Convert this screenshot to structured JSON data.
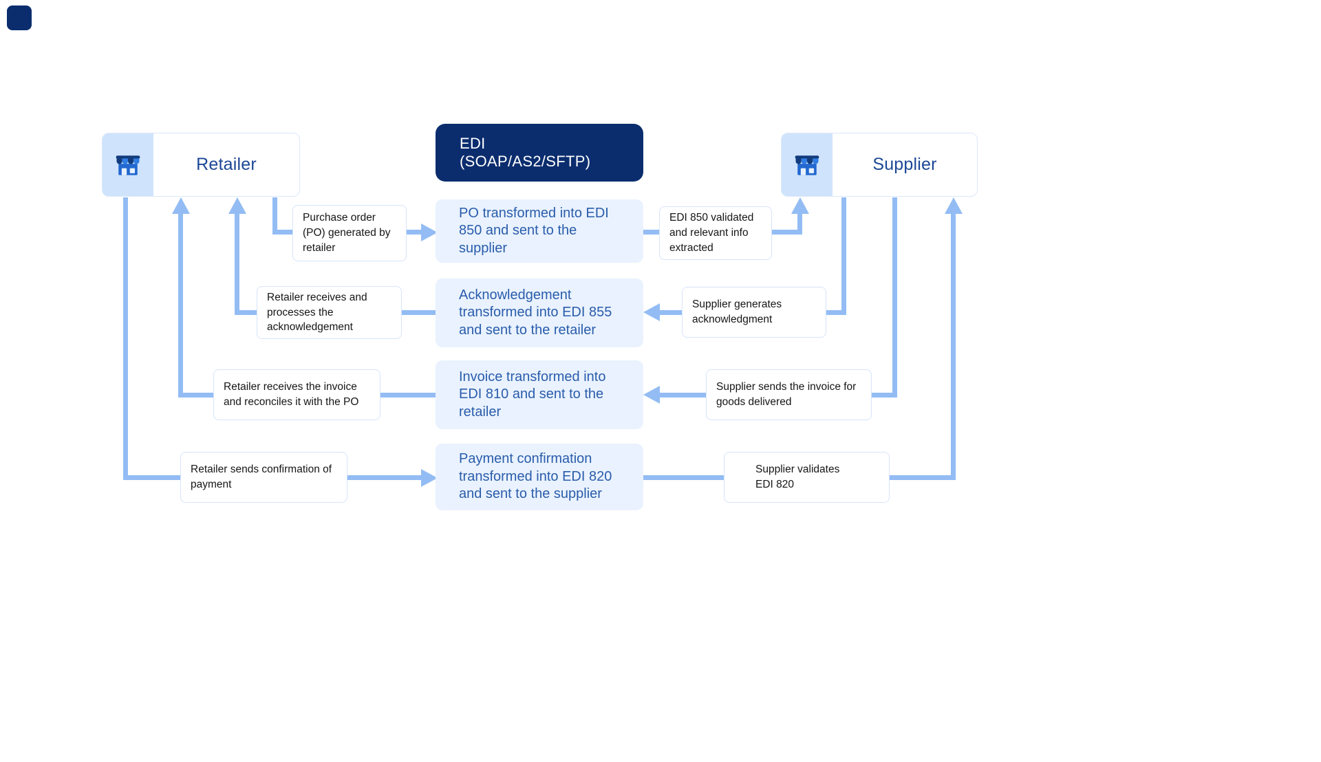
{
  "header": {
    "edi_label": "EDI (SOAP/AS2/SFTP)"
  },
  "entities": {
    "retailer": {
      "label": "Retailer",
      "icon": "storefront-icon"
    },
    "supplier": {
      "label": "Supplier",
      "icon": "storefront-icon"
    }
  },
  "rows": [
    {
      "retailer_note": "Purchase order (PO) generated by retailer",
      "edi_note": "PO transformed into EDI 850 and sent to the supplier",
      "supplier_note": "EDI 850 validated and relevant info extracted",
      "direction": "retailer-to-supplier"
    },
    {
      "retailer_note": "Retailer receives and processes the acknowledgement",
      "edi_note": "Acknowledgement transformed into EDI 855 and sent to the retailer",
      "supplier_note": "Supplier generates acknowledgment",
      "direction": "supplier-to-retailer"
    },
    {
      "retailer_note": "Retailer receives the invoice and reconciles it with the PO",
      "edi_note": "Invoice transformed into EDI 810 and sent to the retailer",
      "supplier_note": "Supplier sends the invoice for goods delivered",
      "direction": "supplier-to-retailer"
    },
    {
      "retailer_note": "Retailer sends confirmation of payment",
      "edi_note": "Payment confirmation transformed into EDI 820 and sent to the supplier",
      "supplier_note": "Supplier validates EDI 820",
      "direction": "retailer-to-supplier"
    }
  ],
  "colors": {
    "navy": "#0b2d6e",
    "light_blue_fill": "#e9f2fe",
    "connector": "#93bcf4",
    "edi_text": "#2a5cab",
    "entity_text": "#1c4796",
    "note_border": "#d6e4fa",
    "icon_tile": "#cfe3fc"
  }
}
